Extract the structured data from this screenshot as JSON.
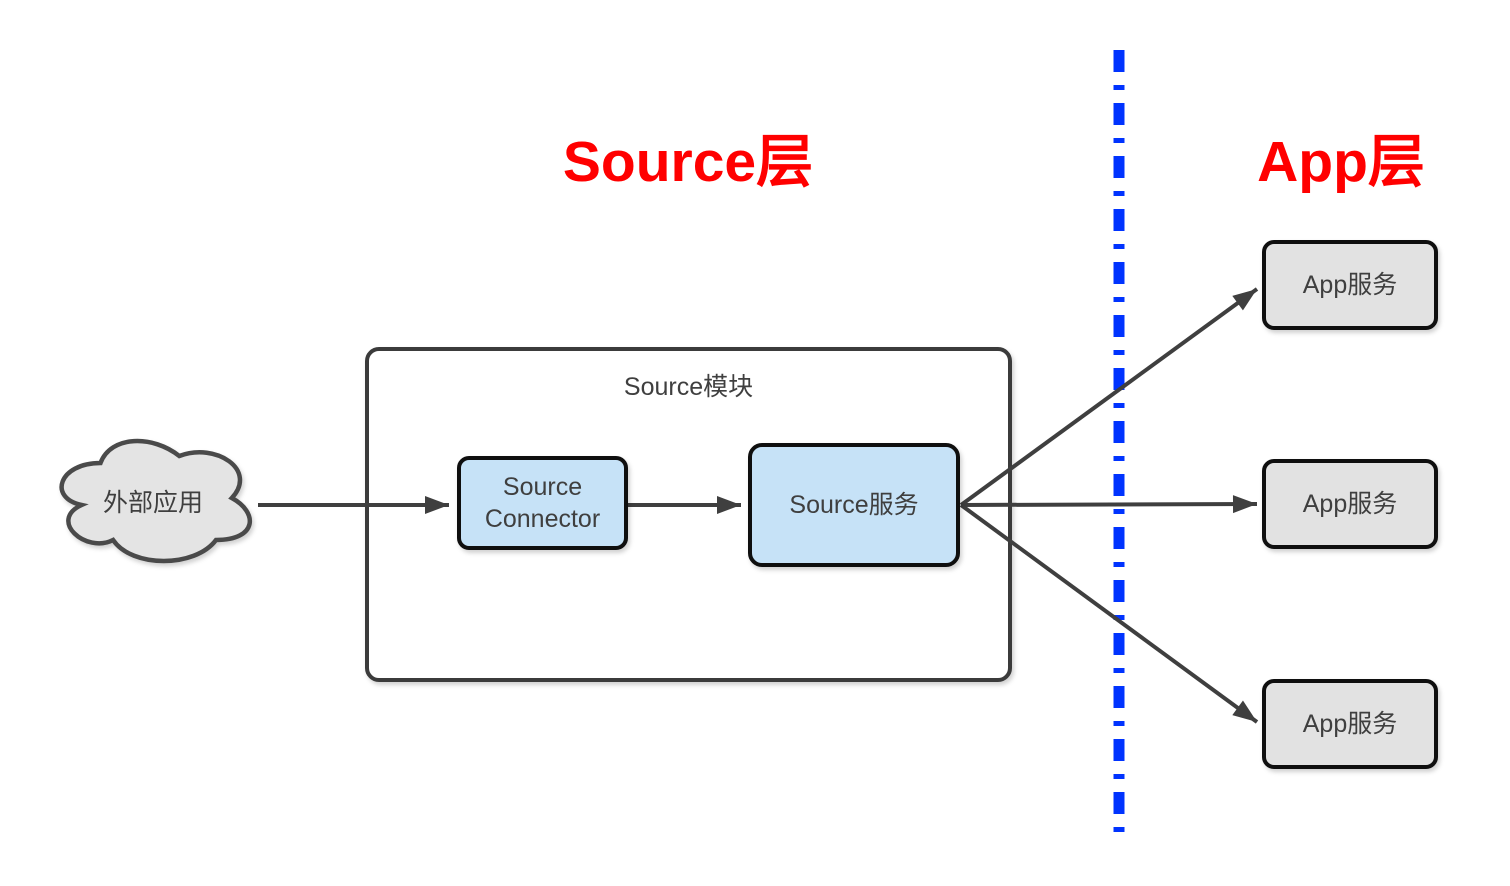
{
  "titles": {
    "source_layer": "Source层",
    "app_layer": "App层"
  },
  "module": {
    "label": "Source模块"
  },
  "nodes": {
    "external_app": {
      "label": "外部应用",
      "shape": "cloud"
    },
    "source_connector": {
      "label": "Source Connector",
      "shape": "rounded-rect"
    },
    "source_service": {
      "label": "Source服务",
      "shape": "rounded-rect"
    },
    "app_services": [
      {
        "label": "App服务"
      },
      {
        "label": "App服务"
      },
      {
        "label": "App服务"
      }
    ]
  },
  "edges": [
    {
      "from": "external-app",
      "to": "source-connector"
    },
    {
      "from": "source-connector",
      "to": "source-service"
    },
    {
      "from": "source-service",
      "to": "app-service-1"
    },
    {
      "from": "source-service",
      "to": "app-service-2"
    },
    {
      "from": "source-service",
      "to": "app-service-3"
    }
  ],
  "divider": {
    "orientation": "vertical",
    "style": "dash-dot",
    "color": "#0033ff",
    "separates": [
      "Source层",
      "App层"
    ]
  },
  "colors": {
    "title_red": "#ff0000",
    "divider_blue": "#0033ff",
    "blue_node_fill": "#c6e2f7",
    "gray_node_fill": "#e2e2e2",
    "cloud_fill": "#e4e4e4",
    "edge_stroke": "#3f3f3f",
    "node_border": "#0f0f0f",
    "container_border": "#3b3b3b",
    "label_text": "#3f3f3f"
  }
}
